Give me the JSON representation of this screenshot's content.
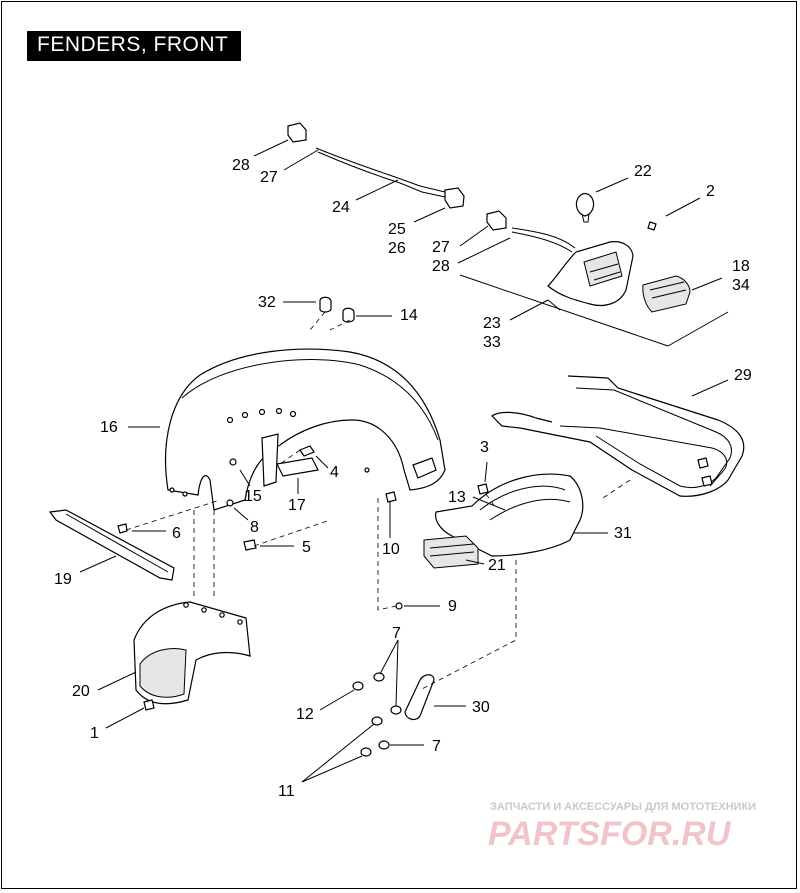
{
  "title": "FENDERS, FRONT",
  "watermark": {
    "line1": "ЗАПЧАСТИ И АКСЕССУАРЫ ДЛЯ МОТОТЕХНИКИ",
    "line2": "PARTSFOR.RU",
    "color": "#f2c4c9"
  },
  "callouts": [
    {
      "id": "c-28a",
      "text": "28"
    },
    {
      "id": "c-27a",
      "text": "27"
    },
    {
      "id": "c-24",
      "text": "24"
    },
    {
      "id": "c-25",
      "text": "25"
    },
    {
      "id": "c-26",
      "text": "26"
    },
    {
      "id": "c-22",
      "text": "22"
    },
    {
      "id": "c-2",
      "text": "2"
    },
    {
      "id": "c-27b",
      "text": "27"
    },
    {
      "id": "c-28b",
      "text": "28"
    },
    {
      "id": "c-18",
      "text": "18"
    },
    {
      "id": "c-34",
      "text": "34"
    },
    {
      "id": "c-32",
      "text": "32"
    },
    {
      "id": "c-14",
      "text": "14"
    },
    {
      "id": "c-23",
      "text": "23"
    },
    {
      "id": "c-33",
      "text": "33"
    },
    {
      "id": "c-29",
      "text": "29"
    },
    {
      "id": "c-16",
      "text": "16"
    },
    {
      "id": "c-3",
      "text": "3"
    },
    {
      "id": "c-4",
      "text": "4"
    },
    {
      "id": "c-15",
      "text": "15"
    },
    {
      "id": "c-17",
      "text": "17"
    },
    {
      "id": "c-13",
      "text": "13"
    },
    {
      "id": "c-31",
      "text": "31"
    },
    {
      "id": "c-6",
      "text": "6"
    },
    {
      "id": "c-8",
      "text": "8"
    },
    {
      "id": "c-10",
      "text": "10"
    },
    {
      "id": "c-5",
      "text": "5"
    },
    {
      "id": "c-21",
      "text": "21"
    },
    {
      "id": "c-19",
      "text": "19"
    },
    {
      "id": "c-9",
      "text": "9"
    },
    {
      "id": "c-7a",
      "text": "7"
    },
    {
      "id": "c-20",
      "text": "20"
    },
    {
      "id": "c-12",
      "text": "12"
    },
    {
      "id": "c-30",
      "text": "30"
    },
    {
      "id": "c-1",
      "text": "1"
    },
    {
      "id": "c-7b",
      "text": "7"
    },
    {
      "id": "c-11",
      "text": "11"
    }
  ]
}
